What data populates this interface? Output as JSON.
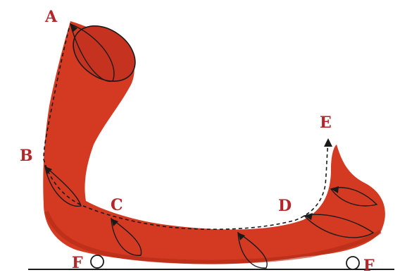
{
  "colors": {
    "tube_fill": "#d43a22",
    "tube_dark": "#b02a16",
    "label": "#b3262a",
    "outline": "#1a1a1a",
    "background": "#ffffff"
  },
  "labels": {
    "a": "A",
    "b": "B",
    "c": "C",
    "d": "D",
    "e": "E",
    "f_left": "F",
    "f_right": "F"
  }
}
